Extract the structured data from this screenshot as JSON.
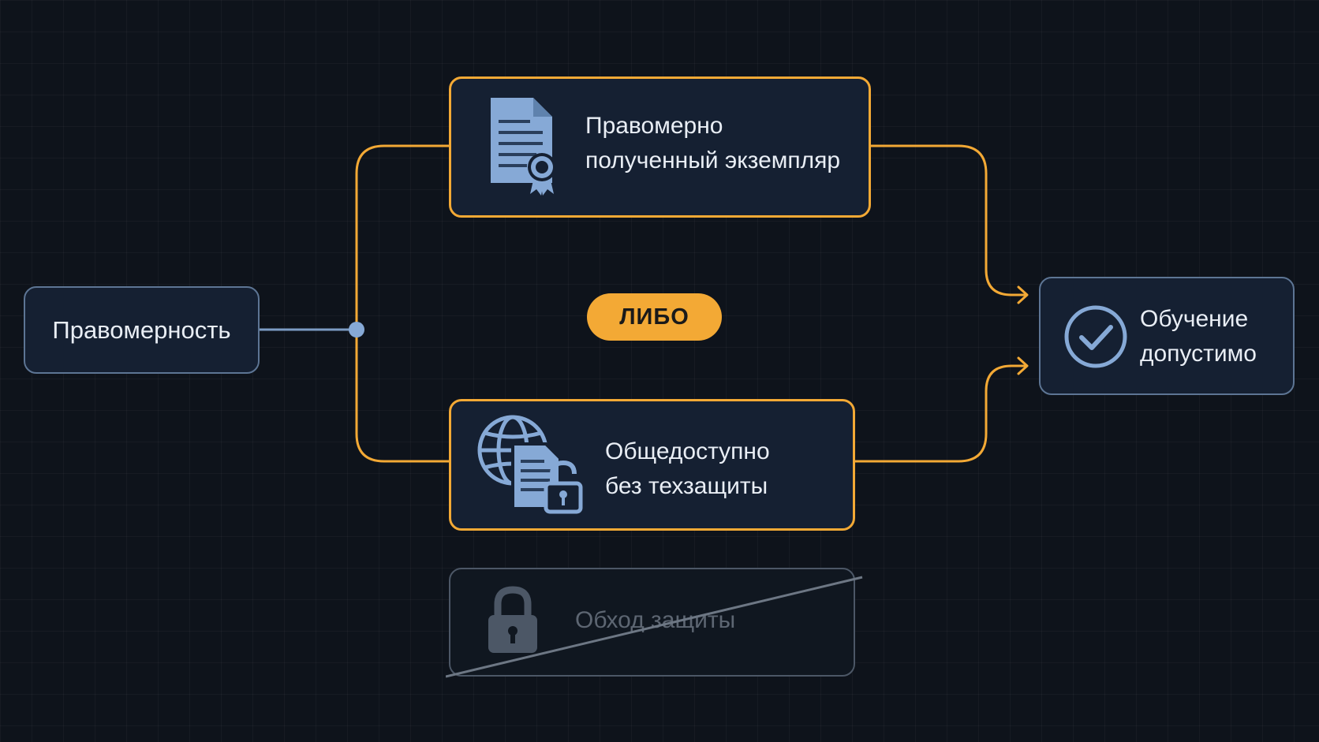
{
  "diagram": {
    "source": {
      "label": "Правомерность",
      "icon": "none"
    },
    "branch_1": {
      "lines": [
        "Правомерно",
        "полученный экземпляр"
      ],
      "icon": "certificate-document-icon"
    },
    "connector": {
      "label": "ЛИБО"
    },
    "branch_2": {
      "lines": [
        "Общедоступно",
        "без техзащиты"
      ],
      "icon": "globe-document-unlock-icon"
    },
    "excluded": {
      "label": "Обход защиты",
      "icon": "padlock-icon",
      "struck_through": true
    },
    "result": {
      "lines": [
        "Обучение",
        "допустимо"
      ],
      "icon": "check-circle-icon"
    }
  },
  "colors": {
    "background": "#0e131b",
    "node_fill": "#152032",
    "node_border": "#5d7594",
    "accent_orange": "#f3a935",
    "icon_blue": "#86a9d6",
    "muted": "#4c5766"
  }
}
